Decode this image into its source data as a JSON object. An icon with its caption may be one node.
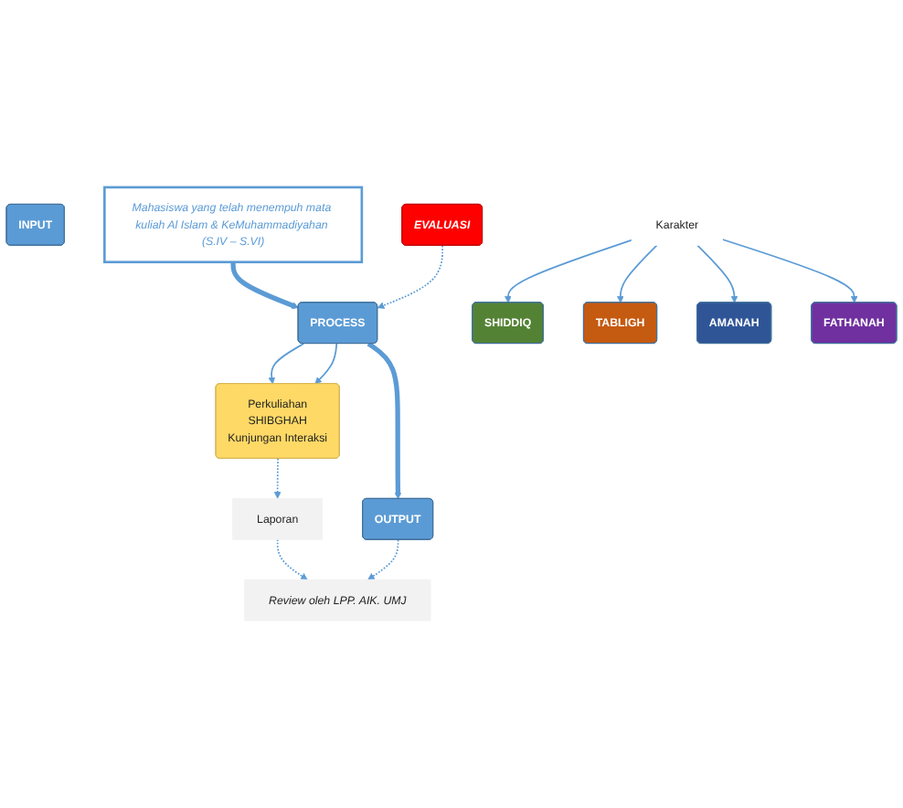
{
  "diagram": {
    "nodes": [
      {
        "text": [
          "INPUT"
        ]
      },
      {
        "text": [
          "Mahasiswa yang telah menempuh mata kuliah Al Islam & KeMuhammadiyahan (S.IV – S.VI)"
        ]
      },
      {
        "text": [
          "PROCESS"
        ]
      },
      {
        "text": [
          "Perkuliahan",
          "SHIBGHAH",
          "Kunjungan Interaksi"
        ]
      },
      {
        "text": [
          "Laporan"
        ]
      },
      {
        "text": [
          "EVALUASI"
        ]
      },
      {
        "text": [
          "Review oleh LPP. AIK. UMJ"
        ]
      },
      {
        "text": [
          "OUTPUT"
        ]
      },
      {
        "text": [
          "Karakter"
        ]
      },
      {
        "text": [
          "SHIDDIQ"
        ]
      },
      {
        "text": [
          "TABLIGH"
        ]
      },
      {
        "text": [
          "AMANAH"
        ]
      },
      {
        "text": [
          "FATHANAH"
        ]
      }
    ],
    "edges": [
      {
        "from": 1,
        "to": 2,
        "arrow": "to",
        "style": "thick"
      },
      {
        "from": 2,
        "to": 3,
        "arrow": "to"
      },
      {
        "from": 2,
        "to": 3,
        "arrow": "to"
      },
      {
        "from": 3,
        "to": 4,
        "arrow": "to",
        "style": "dashed"
      },
      {
        "from": 4,
        "to": 6,
        "arrow": "to",
        "style": "dashed"
      },
      {
        "from": 5,
        "to": 2,
        "arrow": "to",
        "style": "dashed"
      },
      {
        "from": 2,
        "to": 7,
        "arrow": "to",
        "style": "thick"
      },
      {
        "from": 7,
        "to": 6,
        "arrow": "to",
        "style": "dashed"
      },
      {
        "from": 8,
        "to": 9,
        "arrow": "to"
      },
      {
        "from": 8,
        "to": 10,
        "arrow": "to"
      },
      {
        "from": 8,
        "to": 11,
        "arrow": "to"
      },
      {
        "from": 8,
        "to": 12,
        "arrow": "to"
      }
    ]
  }
}
